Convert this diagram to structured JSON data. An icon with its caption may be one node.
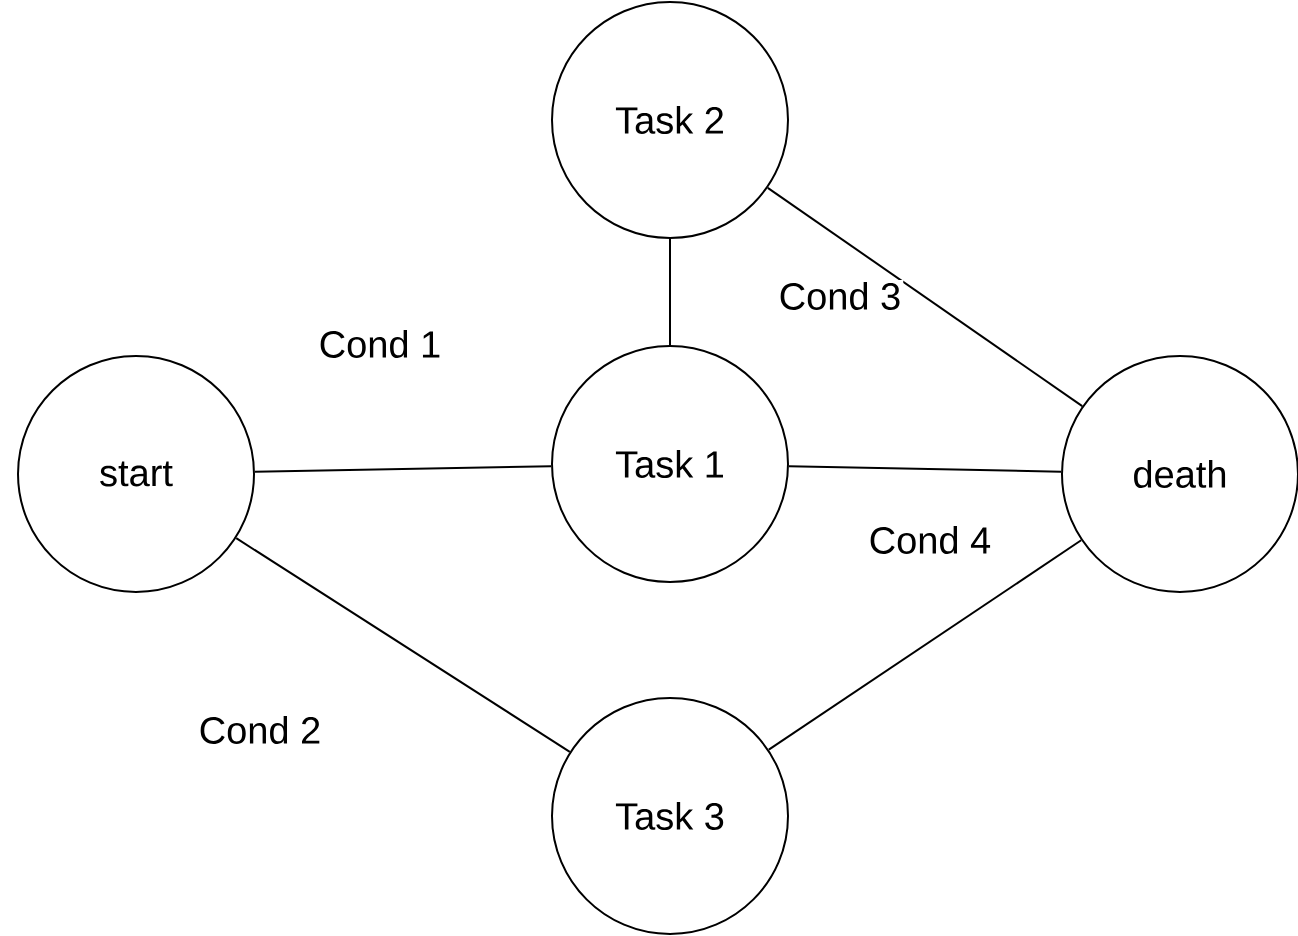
{
  "diagram": {
    "nodes": [
      {
        "text": [
          "start"
        ]
      },
      {
        "text": [
          "Task 1"
        ]
      },
      {
        "text": [
          "Task 2"
        ]
      },
      {
        "text": [
          "death"
        ]
      },
      {
        "text": [
          "Task 3"
        ]
      }
    ],
    "edges": [
      {
        "from": 0,
        "to": 1,
        "arrow": "none",
        "label": "Cond 1"
      },
      {
        "from": 0,
        "to": 4,
        "arrow": "none",
        "label": "Cond 2"
      },
      {
        "from": 1,
        "to": 2,
        "arrow": "none"
      },
      {
        "from": 2,
        "to": 3,
        "arrow": "none",
        "label": "Cond 3"
      },
      {
        "from": 1,
        "to": 3,
        "arrow": "none",
        "label": "Cond 4"
      },
      {
        "from": 4,
        "to": 3,
        "arrow": "none"
      }
    ]
  }
}
